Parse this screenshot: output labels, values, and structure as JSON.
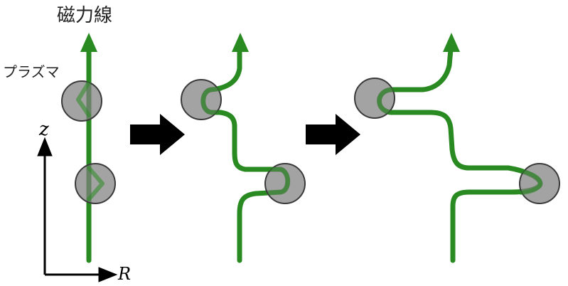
{
  "labels": {
    "field_line": "磁力線",
    "plasma": "プラズマ",
    "axis_vertical": "z",
    "axis_horizontal": "R"
  },
  "colors": {
    "field_line": "#2a8a22",
    "plasma_fill": "#7f7f7f",
    "plasma_stroke": "#3a3a3a",
    "arrow": "#000000",
    "text": "#222222"
  },
  "panels": [
    {
      "name": "panel-initial"
    },
    {
      "name": "panel-middle"
    },
    {
      "name": "panel-final"
    }
  ]
}
